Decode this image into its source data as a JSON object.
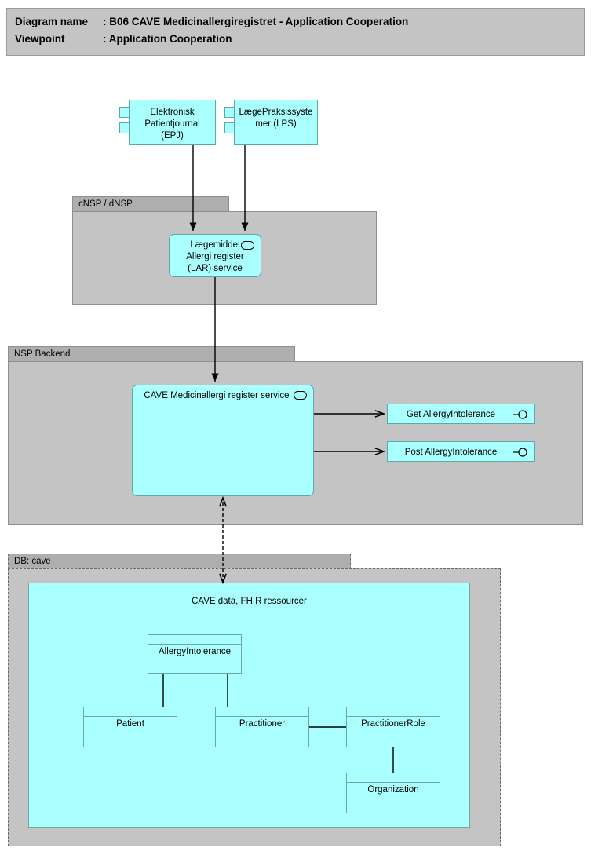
{
  "header": {
    "line1_label": "Diagram name",
    "line1_sep": ": ",
    "line1_value": "B06 CAVE Medicinallergiregistret - Application Cooperation",
    "line2_label": "Viewpoint",
    "line2_sep": ": ",
    "line2_value": "Application Cooperation"
  },
  "colors": {
    "canvas": "#ffffff",
    "group_fill": "#c4c4c4",
    "group_tab_fill": "#aeaeae",
    "group_border": "#8f8f8f",
    "node_fill": "#aaffff",
    "node_border": "#5aa8a8",
    "entity_border": "#6fa8a8",
    "connector": "#000000",
    "text": "#000000"
  },
  "groups": [
    {
      "id": "cnsp",
      "title": "cNSP / dNSP",
      "border_style": "solid"
    },
    {
      "id": "nsp_backend",
      "title": "NSP Backend",
      "border_style": "solid"
    },
    {
      "id": "db_cave",
      "title": "DB: cave",
      "border_style": "dashed"
    }
  ],
  "components": [
    {
      "id": "epj",
      "label": "Elektronisk\nPatientjournal\n(EPJ)",
      "shape": "uml-component"
    },
    {
      "id": "lps",
      "label": "LægePraksissyste\nmer (LPS)",
      "shape": "uml-component"
    }
  ],
  "services": [
    {
      "id": "lar",
      "label": "Lægemiddel\nAllergi register\n(LAR) service",
      "shape": "application-service",
      "glyph": "service-oval-icon"
    },
    {
      "id": "cave_service",
      "label": "CAVE Medicinallergi register service",
      "shape": "application-service",
      "glyph": "service-oval-icon"
    }
  ],
  "interfaces": [
    {
      "id": "get_allergyintolerance",
      "label": "Get AllergyIntolerance",
      "glyph": "lollipop-interface-icon"
    },
    {
      "id": "post_allergyintolerance",
      "label": "Post AllergyIntolerance",
      "glyph": "lollipop-interface-icon"
    }
  ],
  "data_container": {
    "id": "cave_data",
    "title": "CAVE data, FHIR ressourcer"
  },
  "entities": [
    {
      "id": "allergyintolerance",
      "name": "AllergyIntolerance"
    },
    {
      "id": "patient",
      "name": "Patient"
    },
    {
      "id": "practitioner",
      "name": "Practitioner"
    },
    {
      "id": "practitionerrole",
      "name": "PractitionerRole"
    },
    {
      "id": "organization",
      "name": "Organization"
    }
  ],
  "connections": [
    {
      "from": "epj",
      "to": "lar",
      "style": "solid",
      "arrow": "filled"
    },
    {
      "from": "lps",
      "to": "lar",
      "style": "solid",
      "arrow": "filled"
    },
    {
      "from": "lar",
      "to": "cave_service",
      "style": "solid",
      "arrow": "filled"
    },
    {
      "from": "cave_service",
      "to": "get_allergyintolerance",
      "style": "solid",
      "arrow": "open"
    },
    {
      "from": "cave_service",
      "to": "post_allergyintolerance",
      "style": "solid",
      "arrow": "open"
    },
    {
      "from": "cave_data",
      "to": "cave_service",
      "style": "dashed",
      "arrow": "open-both"
    },
    {
      "from": "allergyintolerance",
      "to": "patient",
      "style": "solid",
      "arrow": "none"
    },
    {
      "from": "allergyintolerance",
      "to": "practitioner",
      "style": "solid",
      "arrow": "none"
    },
    {
      "from": "practitioner",
      "to": "practitionerrole",
      "style": "solid",
      "arrow": "none"
    },
    {
      "from": "practitionerrole",
      "to": "organization",
      "style": "solid",
      "arrow": "none"
    }
  ]
}
